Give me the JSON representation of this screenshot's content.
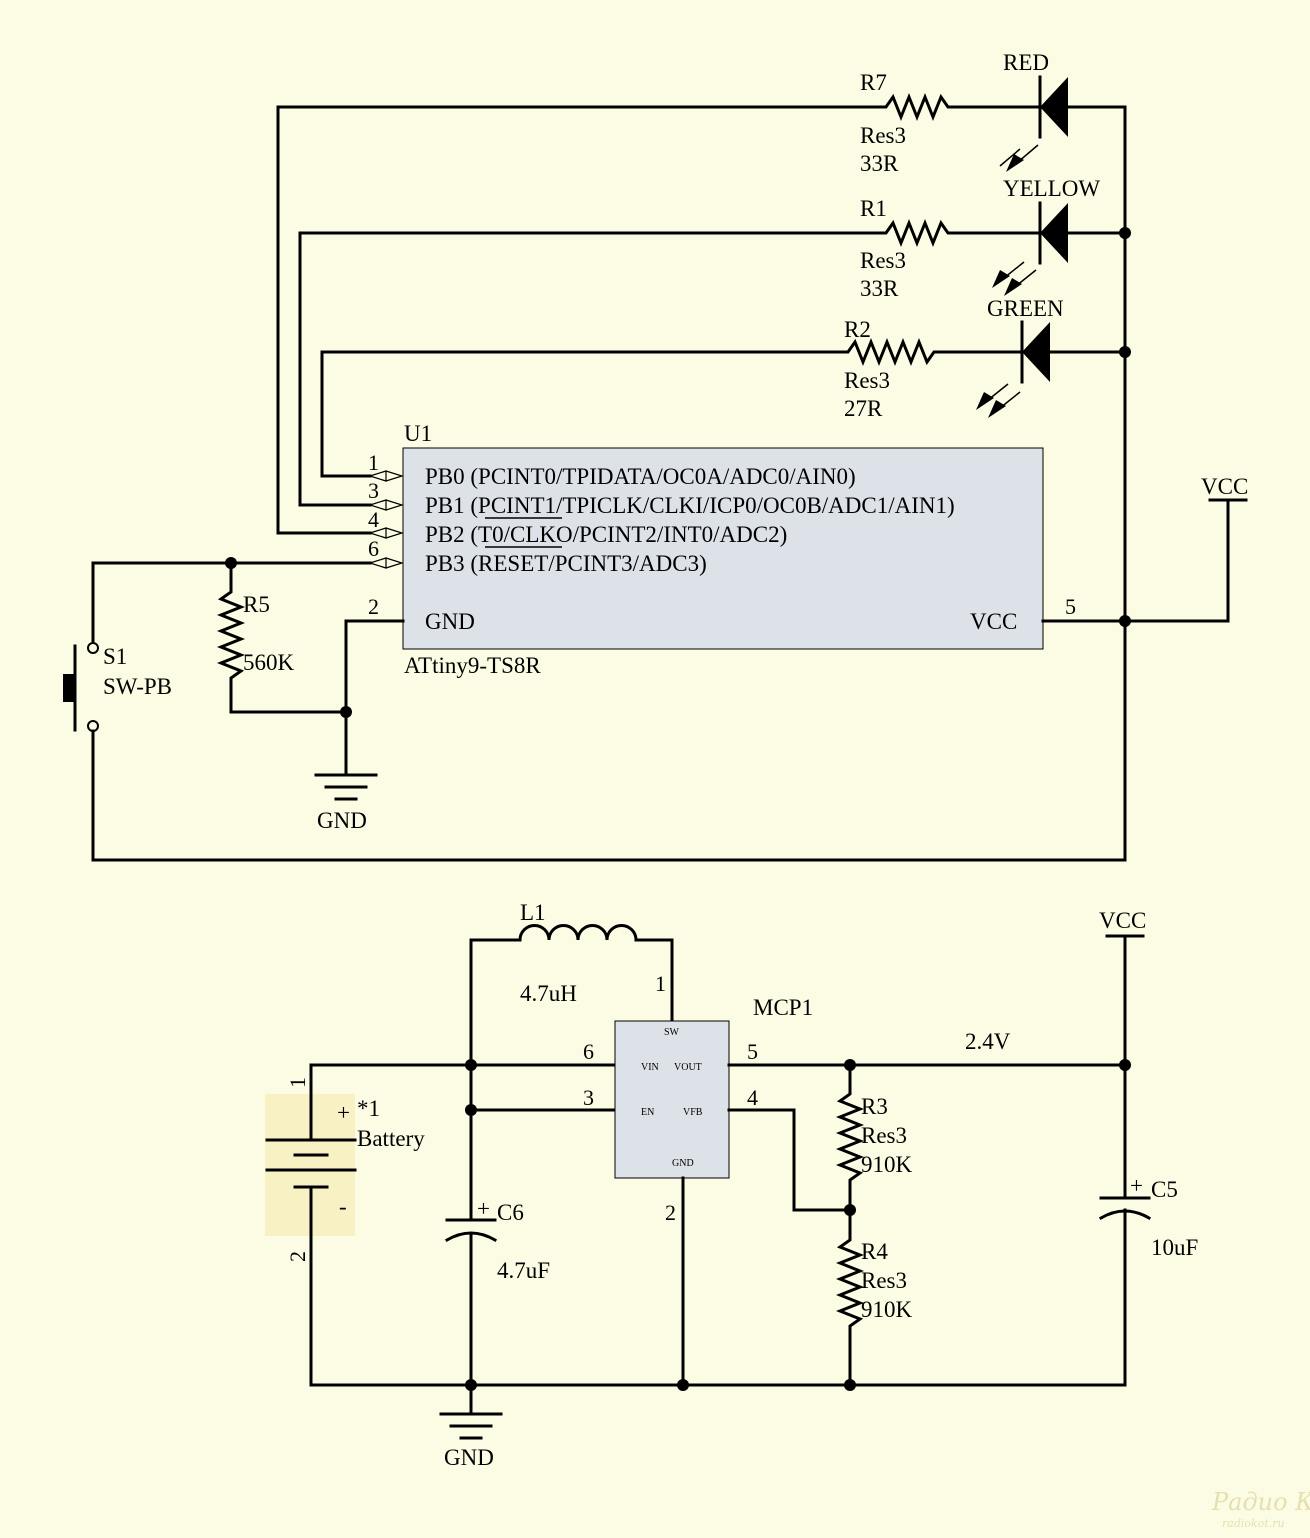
{
  "u1": {
    "ref": "U1",
    "part": "ATtiny9-TS8R",
    "pins": [
      {
        "num": "1",
        "name": "PB0 (PCINT0/TPIDATA/OC0A/ADC0/AIN0)"
      },
      {
        "num": "3",
        "name": "PB1 (PCINT1/TPICLK/CLKI/ICP0/OC0B/ADC1/AIN1)"
      },
      {
        "num": "4",
        "name": "PB2 (T0/CLKO/PCINT2/INT0/ADC2)"
      },
      {
        "num": "6",
        "name": "PB3 (RESET/PCINT3/ADC3)"
      }
    ],
    "gnd_pin": {
      "num": "2",
      "name": "GND"
    },
    "vcc_pin": {
      "num": "5",
      "name": "VCC"
    }
  },
  "leds": [
    {
      "color_label": "RED",
      "res_ref": "R7",
      "res_type": "Res3",
      "res_value": "33R"
    },
    {
      "color_label": "YELLOW",
      "res_ref": "R1",
      "res_type": "Res3",
      "res_value": "33R"
    },
    {
      "color_label": "GREEN",
      "res_ref": "R2",
      "res_type": "Res3",
      "res_value": "27R"
    }
  ],
  "r5": {
    "ref": "R5",
    "value": "560K"
  },
  "s1": {
    "ref": "S1",
    "type": "SW-PB"
  },
  "power_labels": {
    "vcc": "VCC",
    "gnd": "GND"
  },
  "l1": {
    "ref": "L1",
    "value": "4.7uH"
  },
  "mcp1": {
    "ref": "MCP1",
    "pins": {
      "sw": "SW",
      "vin": "VIN",
      "vout": "VOUT",
      "en": "EN",
      "vfb": "VFB",
      "gnd": "GND"
    },
    "pin_numbers": {
      "sw": "1",
      "vin": "6",
      "vout": "5",
      "en": "3",
      "vfb": "4",
      "gnd": "2"
    }
  },
  "output_voltage": "2.4V",
  "r3": {
    "ref": "R3",
    "type": "Res3",
    "value": "910K"
  },
  "r4": {
    "ref": "R4",
    "type": "Res3",
    "value": "910K"
  },
  "c6": {
    "ref": "C6",
    "value": "4.7uF"
  },
  "c5": {
    "ref": "C5",
    "value": "10uF"
  },
  "battery": {
    "ref": "*1",
    "label": "Battery",
    "pin_pos": "1",
    "pin_neg": "2",
    "plus": "+",
    "minus": "-"
  },
  "watermark": {
    "line1": "Радио КОТ",
    "line2": "radiokot.ru"
  },
  "colors": {
    "background": "#fcfce4",
    "chip_fill": "#dde1e8",
    "battery_highlight": "#f7f1c4"
  }
}
